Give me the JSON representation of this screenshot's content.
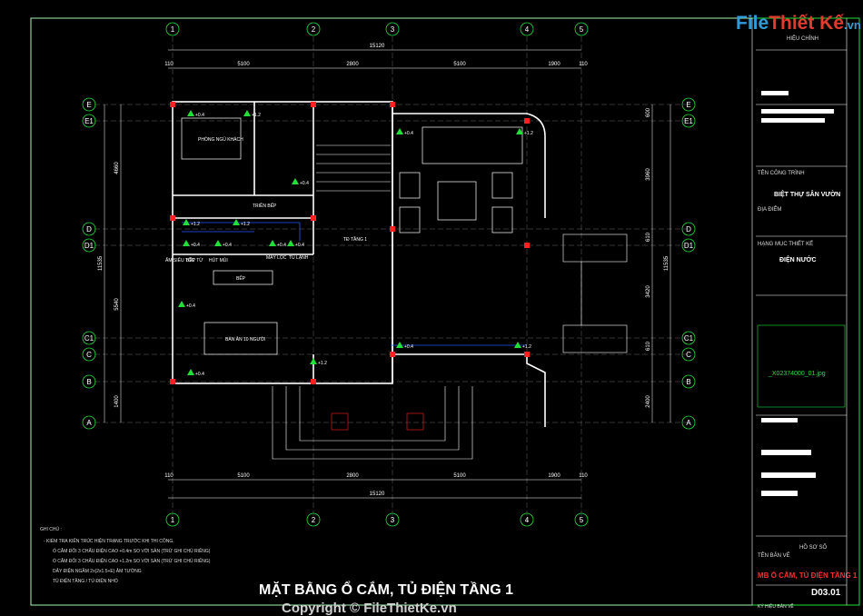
{
  "logo": {
    "part1": "File",
    "part2": "Thiết Kế",
    "part3": ".vn"
  },
  "drawing_title": "MẶT BẰNG Ổ CẮM, TỦ ĐIỆN TẦNG 1",
  "copyright": "Copyright © FileThietKe.vn",
  "grid": {
    "columns": [
      "1",
      "2",
      "3",
      "4",
      "5"
    ],
    "rows": [
      "E",
      "E1",
      "D",
      "D1",
      "C1",
      "C",
      "B",
      "A"
    ]
  },
  "dimensions": {
    "top_total": "15120",
    "top_segments": [
      "110",
      "5100",
      "2800",
      "5100",
      "1900",
      "110"
    ],
    "bottom_total": "15120",
    "bottom_segments": [
      "110",
      "5100",
      "2800",
      "5100",
      "1900",
      "110"
    ],
    "left_total": "11535",
    "left_segments": [
      "4660",
      "5540",
      "1400"
    ],
    "right_total": "11535",
    "right_segments": [
      "600",
      "3960",
      "610",
      "3420",
      "610",
      "2400"
    ]
  },
  "rooms": {
    "bedroom": "PHÒNG NGỦ KHÁCH",
    "dining": "BÀN ĂN 10 NGƯỜI",
    "kitchen": "BẾP",
    "stairs_label": "TĐ TẦNG 1",
    "kitchen_counter": "TRIỀN BẾP",
    "appliance_labels": [
      "ẤM SIÊU TỐC",
      "BẾP TỪ",
      "HÚT MÙI",
      "MÁY LỌC",
      "TỦ LẠNH"
    ]
  },
  "outlets": [
    "+0.4",
    "+1.2",
    "+0.4",
    "+1.2",
    "+1.2",
    "+0.4",
    "+0.4",
    "+0.4",
    "+1.2",
    "+0.4",
    "+0.4",
    "+0.4"
  ],
  "notes": {
    "heading": "GHI CHÚ :",
    "items": [
      "- KIỂM TRA KIẾN TRÚC HIỆN TRẠNG TRƯỚC KHI THI CÔNG.",
      "Ổ CẮM ĐÔI 3 CHẤU ĐIỆN CAO +0.4m SO VỚI SÀN (TRỪ GHI CHÚ RIÊNG)",
      "Ổ CẮM ĐÔI 3 CHẤU ĐIỆN CAO +1.2m SO VỚI SÀN (TRỪ GHI CHÚ RIÊNG)",
      "DÂY ĐIỆN NGẦM 2x(2x1.5+E) ÂM TƯỜNG",
      "TỦ ĐIỆN TẦNG / TỦ ĐIỆN NHỎ"
    ]
  },
  "title_block": {
    "header": "HIỆU CHỈNH",
    "project_label": "TÊN CÔNG TRÌNH",
    "project": "BIỆT THỰ SÂN VƯỜN",
    "location_label": "ĐỊA ĐIỂM",
    "category_label": "HẠNG MỤC THIẾT KẾ",
    "category": "ĐIỆN NƯỚC",
    "image_file": "_X02374000_01.jpg",
    "drawing_name_label": "TÊN BẢN VẼ",
    "drawing_name": "MB Ổ CẮM, TỦ ĐIỆN TẦNG 1",
    "scale": "HỒ SƠ SỐ",
    "sheet_label": "KÝ HIỆU BẢN VẼ",
    "sheet_number": "D03.01"
  },
  "colors": {
    "background": "#000000",
    "wall": "#ffffff",
    "column": "#ff2020",
    "outlet": "#22e03a",
    "wire": "#2255ff",
    "dimension": "#ffffff",
    "grid_bubble": "#22e03a",
    "sheet_border": "#22e03a"
  }
}
